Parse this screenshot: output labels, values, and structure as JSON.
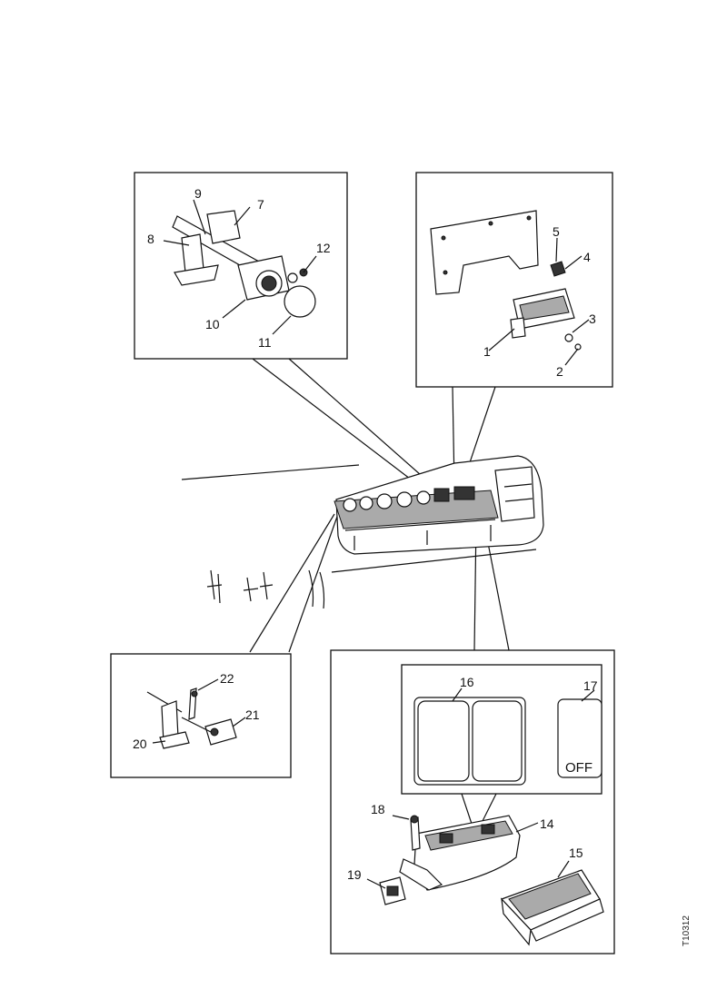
{
  "panels": {
    "top_left": {
      "callouts": [
        {
          "id": "p7",
          "text": "7"
        },
        {
          "id": "p8",
          "text": "8"
        },
        {
          "id": "p9",
          "text": "9"
        },
        {
          "id": "p10",
          "text": "10"
        },
        {
          "id": "p11",
          "text": "11"
        },
        {
          "id": "p12",
          "text": "12"
        }
      ]
    },
    "top_right": {
      "callouts": [
        {
          "id": "p1",
          "text": "1"
        },
        {
          "id": "p2",
          "text": "2"
        },
        {
          "id": "p3",
          "text": "3"
        },
        {
          "id": "p4",
          "text": "4"
        },
        {
          "id": "p5",
          "text": "5"
        }
      ]
    },
    "bottom_left": {
      "callouts": [
        {
          "id": "p20",
          "text": "20"
        },
        {
          "id": "p21",
          "text": "21"
        },
        {
          "id": "p22",
          "text": "22"
        }
      ]
    },
    "bottom_right": {
      "callouts": [
        {
          "id": "p14",
          "text": "14"
        },
        {
          "id": "p15",
          "text": "15"
        },
        {
          "id": "p16",
          "text": "16"
        },
        {
          "id": "p17",
          "text": "17"
        },
        {
          "id": "p18",
          "text": "18"
        },
        {
          "id": "p19",
          "text": "19"
        }
      ],
      "switch_label": "OFF"
    }
  },
  "document_id": "T10312"
}
